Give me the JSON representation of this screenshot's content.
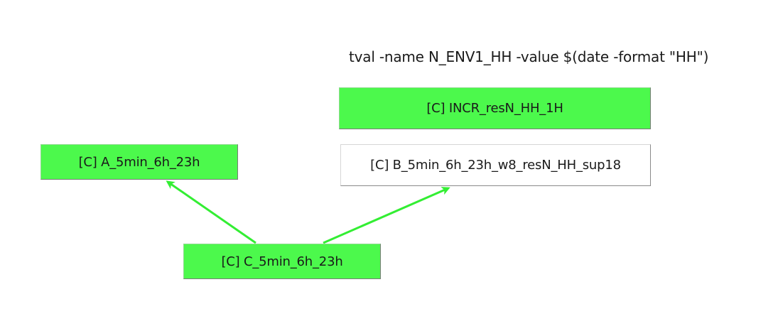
{
  "command": {
    "text": "tval -name N_ENV1_HH -value $(date -format \"HH\")"
  },
  "jobs": {
    "incr": {
      "label": "[C] INCR_resN_HH_1H",
      "status_color": "#4cf94c"
    },
    "b": {
      "label": "[C] B_5min_6h_23h_w8_resN_HH_sup18",
      "status_color": "#ffffff"
    },
    "a": {
      "label": "[C] A_5min_6h_23h",
      "status_color": "#4cf94c"
    },
    "c": {
      "label": "[C] C_5min_6h_23h",
      "status_color": "#4cf94c"
    }
  },
  "edges": [
    {
      "from": "c",
      "to": "a",
      "color": "#33ee33"
    },
    {
      "from": "c",
      "to": "b",
      "color": "#33ee33"
    }
  ]
}
